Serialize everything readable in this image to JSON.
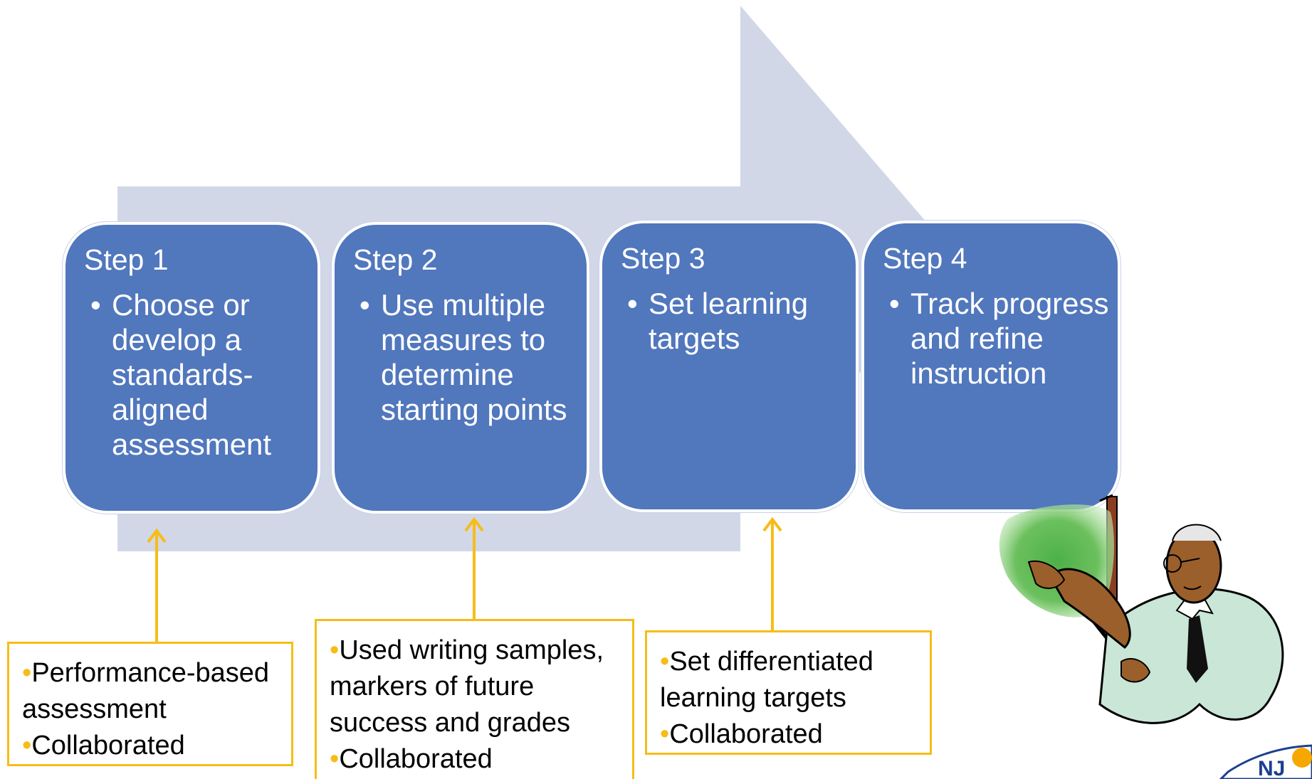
{
  "steps": [
    {
      "title": "Step 1",
      "bullets": [
        "Choose or develop a standards-aligned assessment"
      ]
    },
    {
      "title": "Step 2",
      "bullets": [
        "Use multiple measures to determine starting points"
      ]
    },
    {
      "title": "Step 3",
      "bullets": [
        "Set learning targets"
      ]
    },
    {
      "title": "Step 4",
      "bullets": [
        "Track progress and refine instruction"
      ]
    }
  ],
  "notes": [
    {
      "bullets": [
        "Performance-based assessment",
        "Collaborated"
      ]
    },
    {
      "bullets": [
        "Used writing samples, markers of future success and grades",
        "Collaborated"
      ]
    },
    {
      "bullets": [
        "Set differentiated learning targets",
        "Collaborated"
      ]
    }
  ],
  "logo_text": "NJ",
  "colors": {
    "arrow": "#d2d7e8",
    "step_fill": "#5177bd",
    "note_border": "#f6bd18",
    "connector": "#f6bd18"
  },
  "icons": {
    "background": "process-arrow-shape",
    "connector": "up-arrow-icon",
    "clipart": "teacher-with-pointer-clipart"
  }
}
